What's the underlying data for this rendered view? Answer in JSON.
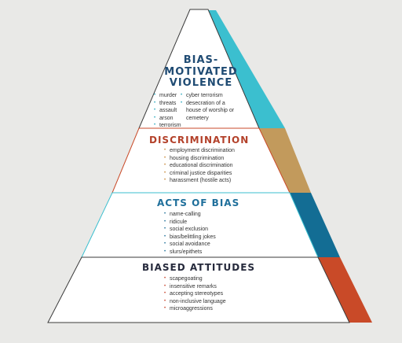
{
  "colors": {
    "background": "#e9e9e7",
    "tier1_accent": "#3bbfcf",
    "tier2_accent": "#c29a5c",
    "tier3_accent": "#136d94",
    "tier4_accent": "#c94a28",
    "tier1_title": "#1f4b73",
    "tier2_title": "#b3412a",
    "tier3_title": "#1f6f9b",
    "tier4_title": "#262a3c"
  },
  "tiers": {
    "violence": {
      "title_lines": [
        "BIAS-",
        "MOTIVATED",
        "VIOLENCE"
      ],
      "items_col1": [
        "murder",
        "threats",
        "assault",
        "arson",
        "terrorism"
      ],
      "items_col2": [
        "cyber terrorism",
        "desecration of a house of worship or cemetery"
      ]
    },
    "discrimination": {
      "title": "DISCRIMINATION",
      "items": [
        "employment discrimination",
        "housing discrimination",
        "educational discrimination",
        "criminal justice disparities",
        "harassment (hostile acts)"
      ]
    },
    "acts": {
      "title": "ACTS OF BIAS",
      "items": [
        "name-calling",
        "ridicule",
        "social exclusion",
        "bias/belittling jokes",
        "social avoidance",
        "slurs/epithets"
      ]
    },
    "attitudes": {
      "title": "BIASED ATTITUDES",
      "items": [
        "scapegoating",
        "insensitive remarks",
        "accepting stereotypes",
        "non-inclusive language",
        "microaggressions"
      ]
    }
  }
}
